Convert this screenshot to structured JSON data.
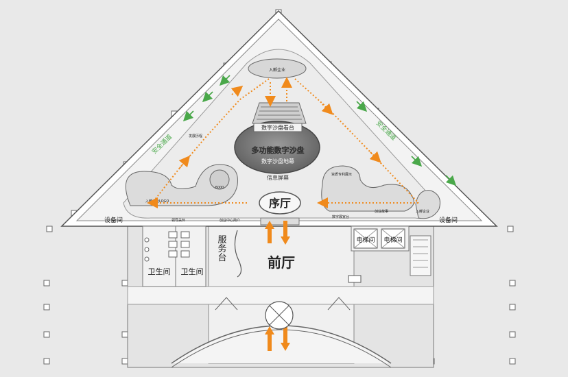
{
  "labels": {
    "enter_company_top": "入孵企业",
    "enter_company_logo": "入孵企业LOGO",
    "enter_company_right": "入孵企业",
    "develop_history": "发展历程",
    "sand_table_stand": "数字沙盘看台",
    "multi_sand_table": "多功能数字沙盘",
    "sand_table_screen": "数字沙盘地幕",
    "info_screen": "信息屏幕",
    "patent_display": "资质专利展示",
    "startup_story": "创业故事",
    "leader_care": "领导关怀",
    "service_center_intro": "创业中心简介",
    "digital_screen": "数字展宣台",
    "preface_hall": "序厅",
    "front_hall": "前厅",
    "service_desk": "服务台",
    "restroom_left": "卫生间",
    "restroom_right": "卫生间",
    "elevator_1": "电梯间",
    "elevator_2": "电梯间",
    "equipment_left": "设备间",
    "equipment_right": "设备间",
    "safe_exit_left": "安全通道",
    "safe_exit_right": "安全通道",
    "round_label": "6000"
  },
  "colors": {
    "flow_arrow": "#f08a1c",
    "exit_arrow": "#4aa84a",
    "wall": "#ffffff",
    "line": "#5a5a5a",
    "sand_table": "#7a7a7a"
  }
}
